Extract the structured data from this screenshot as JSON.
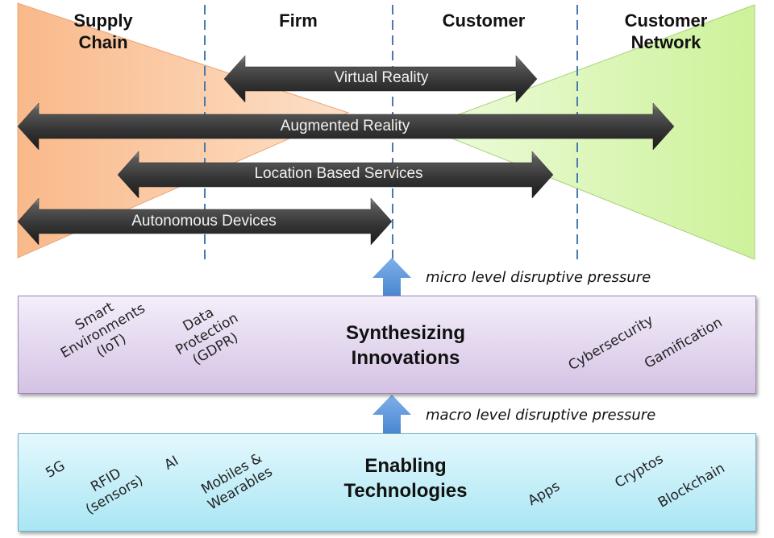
{
  "columns": [
    {
      "label": "Supply\nChain"
    },
    {
      "label": "Firm"
    },
    {
      "label": "Customer"
    },
    {
      "label": "Customer\nNetwork"
    }
  ],
  "arrows": [
    {
      "label": "Virtual Reality",
      "spans_from": "Firm",
      "spans_to": "Customer"
    },
    {
      "label": "Augmented Reality",
      "spans_from": "Supply Chain",
      "spans_to": "Customer Network"
    },
    {
      "label": "Location Based Services",
      "spans_from": "Supply Chain",
      "spans_to": "Customer"
    },
    {
      "label": "Autonomous Devices",
      "spans_from": "Supply Chain",
      "spans_to": "Firm"
    }
  ],
  "pressures": {
    "micro": "micro level disruptive pressure",
    "macro": "macro level disruptive pressure"
  },
  "synthesizing": {
    "title": "Synthesizing\nInnovations",
    "items": [
      {
        "label": "Smart\nEnvironments\n(IoT)"
      },
      {
        "label": "Data\nProtection\n(GDPR)"
      },
      {
        "label": "Cybersecurity"
      },
      {
        "label": "Gamification"
      }
    ]
  },
  "enabling": {
    "title": "Enabling\nTechnologies",
    "items": [
      {
        "label": "5G"
      },
      {
        "label": "RFID\n(sensors)"
      },
      {
        "label": "AI"
      },
      {
        "label": "Mobiles &\nWearables"
      },
      {
        "label": "Apps"
      },
      {
        "label": "Cryptos"
      },
      {
        "label": "Blockchain"
      }
    ]
  },
  "colors": {
    "supply_chain_fill": "#fbc9a0",
    "customer_network_fill": "#d8f5b0",
    "arrow_dark": "#3a3a3a",
    "pressure_arrow": "#5b95d8",
    "divider": "#4a78b0",
    "synth_box": "#dccbe9",
    "enable_box": "#bdeaf6"
  }
}
